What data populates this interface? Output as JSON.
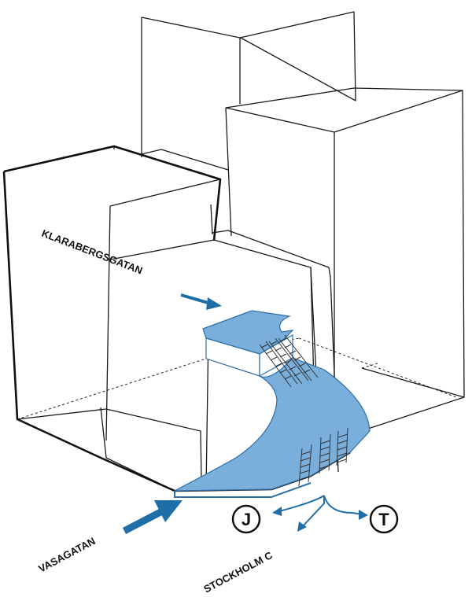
{
  "labels": {
    "klarabergsgatan": "KLARABERGSGATAN",
    "vasagatan": "VASAGATAN",
    "stockholm_c": "STOCKHOLM C",
    "commuter_rail_symbol": "J",
    "metro_symbol": "T"
  },
  "icons": {
    "commuter_rail": "circle-letter-icon",
    "metro": "circle-letter-icon",
    "entrance_arrow": "arrow-icon",
    "escalator": "escalator-icon"
  },
  "colors": {
    "walkway_fill": "#7aaedb",
    "walkway_stroke": "#2d6fa6",
    "arrow": "#1f6ea8",
    "line": "#1a1a1a",
    "background": "#ffffff"
  }
}
